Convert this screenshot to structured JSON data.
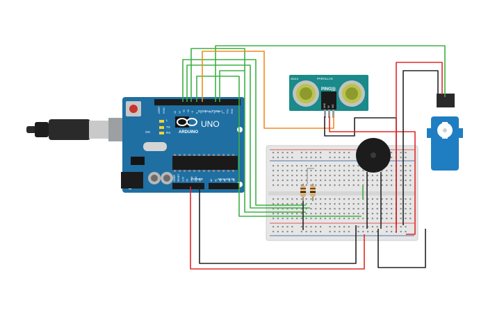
{
  "arduino": {
    "brand": "ARDUINO",
    "model": "UNO",
    "digital_label": "DIGITAL (PWM~)",
    "power_label": "POWER",
    "analog_label": "ANALOG IN",
    "on_label": "ON",
    "tx_label": "TX",
    "rx_label": "RX",
    "l_label": "L",
    "aref_label": "AREF",
    "gnd_label": "GND",
    "power_pins": [
      "IOREF",
      "RESET",
      "3.3V",
      "5V",
      "GND",
      "GND",
      "Vin"
    ],
    "analog_pins": [
      "A0",
      "A1",
      "A2",
      "A3",
      "A4",
      "A5"
    ],
    "digital_pins": [
      "13",
      "12",
      "~11",
      "~10",
      "~9",
      "8",
      "7",
      "~6",
      "~5",
      "4",
      "~3",
      "2",
      "TX1",
      "RX0"
    ]
  },
  "sensor": {
    "name": "PING)))",
    "maker": "PARALLAX",
    "model_code": "28015",
    "pins": [
      "GND",
      "5V",
      "SIG"
    ]
  },
  "colors": {
    "board": "#1f6fa3",
    "breadboard": "#e6e6e6",
    "wire_green": "#3cb043",
    "wire_orange": "#f08a1c",
    "wire_red": "#e0282a",
    "wire_black": "#222222",
    "sensor_pcb": "#1a8a8a",
    "servo": "#1f7ec2",
    "buzzer": "#1c1c1c"
  }
}
